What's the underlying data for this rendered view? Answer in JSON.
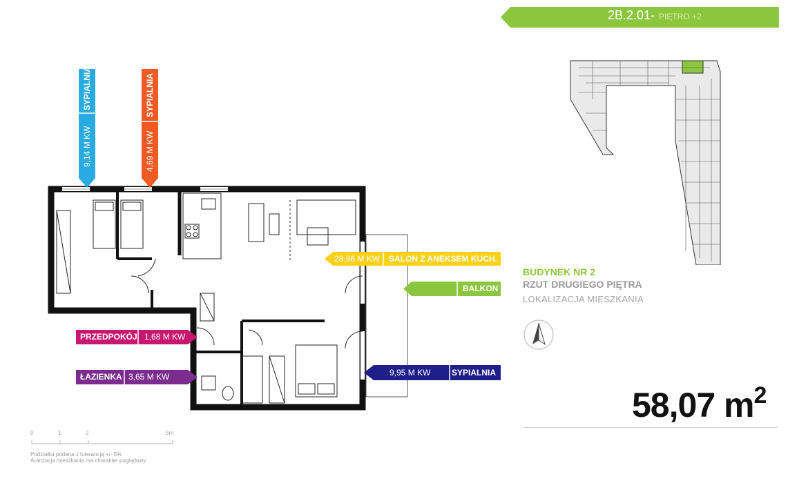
{
  "header": {
    "unit_code": "2B.2.01-",
    "floor": "PIĘTRO +2",
    "accent_color": "#8cc63f"
  },
  "rooms": {
    "bedroom1": {
      "name": "SYPIALNIA",
      "area": "9,14 M KW",
      "color": "#29abe2"
    },
    "bedroom2": {
      "name": "SYPIALNIA",
      "area": "4,69 M KW",
      "color": "#f15a24"
    },
    "living": {
      "name": "SALON Z ANEKSEM KUCH.",
      "area": "28,96 M KW",
      "color": "#fcd116"
    },
    "balcony": {
      "name": "BALKON",
      "color": "#8cc63f"
    },
    "hall": {
      "name": "PRZEDPOKÓJ",
      "area": "1,68 M KW",
      "color": "#c7176e"
    },
    "bathroom": {
      "name": "ŁAZIENKA",
      "area": "3,65 M KW",
      "color": "#7b2c8e"
    },
    "bedroom3": {
      "name": "SYPIALNIA",
      "area": "9,95 M KW",
      "color": "#1f1f8c"
    }
  },
  "building": {
    "line1": "BUDYNEK NR 2",
    "line2": "RZUT DRUGIEGO PIĘTRA",
    "line3": "LOKALIZACJA MIESZKANIA"
  },
  "total_area": {
    "value": "58,07 m",
    "exp": "2"
  },
  "scale": {
    "ticks": [
      "0",
      "1",
      "2",
      "5m"
    ]
  },
  "notes": {
    "line1": "Podziałka podana z tolerancją +/- 5%",
    "line2": "Aranżacja mieszkania ma charakter poglądowy"
  },
  "icons": {
    "compass": "north-arrow-icon"
  }
}
